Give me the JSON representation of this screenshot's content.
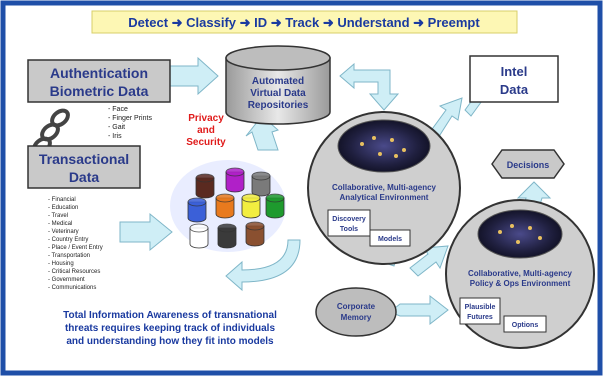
{
  "banner": "Detect ➜ Classify ➜ ID ➜ Track ➜ Understand ➜ Preempt",
  "auth_box": {
    "line1": "Authentication",
    "line2": "Biometric Data"
  },
  "biometric_list": [
    "- Face",
    "- Finger Prints",
    "- Gait",
    "- Iris"
  ],
  "transactional_box": {
    "line1": "Transactional",
    "line2": "Data"
  },
  "transaction_list": [
    "- Financial",
    "- Education",
    "- Travel",
    "- Medical",
    "- Veterinary",
    "- Country Entry",
    "- Place / Event Entry",
    "- Transportation",
    "- Housing",
    "- Critical Resources",
    "- Government",
    "- Communications"
  ],
  "repositories": {
    "line1": "Automated",
    "line2": "Virtual Data",
    "line3": "Repositories"
  },
  "privacy": {
    "line1": "Privacy",
    "line2": "and",
    "line3": "Security"
  },
  "intel": {
    "line1": "Intel",
    "line2": "Data"
  },
  "decisions": "Decisions",
  "analytical": {
    "line1": "Collaborative, Multi-agency",
    "line2": "Analytical Environment",
    "discovery1": "Discovery",
    "discovery2": "Tools",
    "models": "Models"
  },
  "policy": {
    "line1": "Collaborative, Multi-agency",
    "line2": "Policy & Ops Environment",
    "futures1": "Plausible",
    "futures2": "Futures",
    "options": "Options"
  },
  "memory": {
    "line1": "Corporate",
    "line2": "Memory"
  },
  "caption": [
    "Total Information Awareness of transnational",
    "threats requires keeping track of individuals",
    "and understanding how they fit into models"
  ],
  "colors": {
    "frame": "#1f4fa8",
    "banner": "#fdf7b4",
    "arrow": "#cfeef6",
    "caption": "#1a3aa0",
    "privacy": "#e01b1b",
    "box": "#c9c9c9",
    "circle": "#cfcfcf"
  },
  "data_cylinders": [
    "#5a2a20",
    "#b020c8",
    "#7a7a7a",
    "#3b60d8",
    "#e87a1e",
    "#f2ee40",
    "#1e9a2e",
    "#ffffff",
    "#3a3a3a",
    "#8a5030"
  ]
}
